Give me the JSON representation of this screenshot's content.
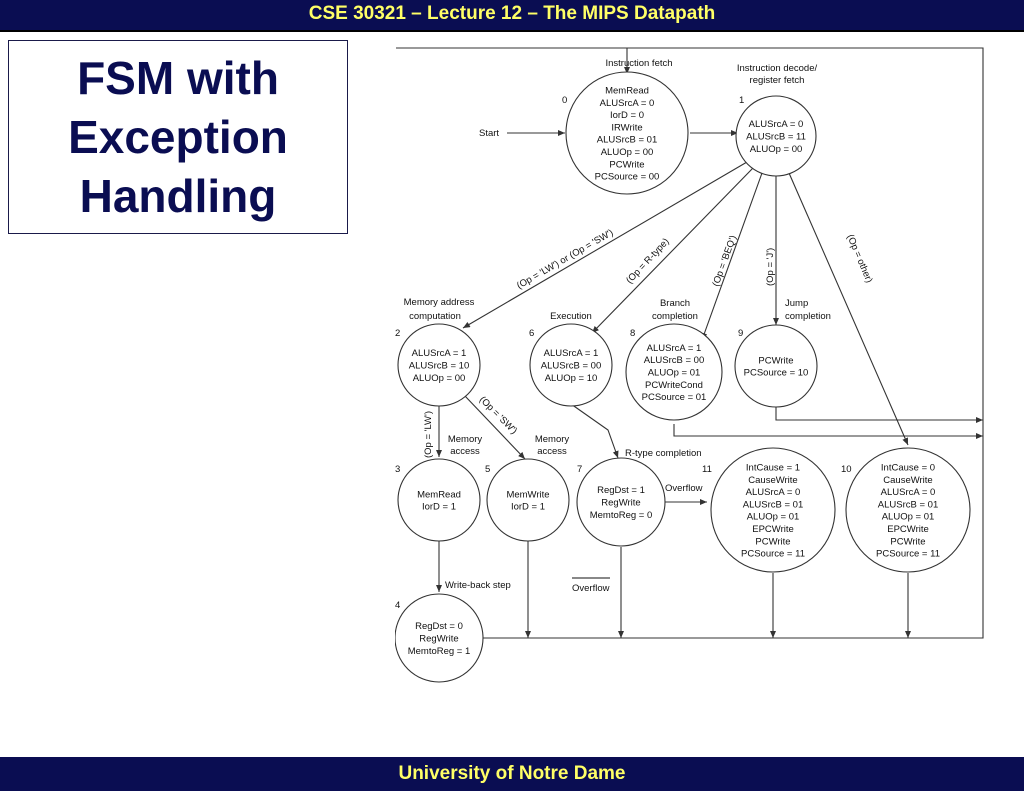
{
  "header": {
    "title": "CSE 30321 – Lecture 12 – The MIPS Datapath"
  },
  "footer": {
    "text": "University of Notre Dame"
  },
  "slide": {
    "title_lines": [
      "FSM with",
      "Exception",
      "Handling"
    ]
  },
  "diagram": {
    "states": [
      {
        "id": "0",
        "caption": [
          "Instruction fetch"
        ],
        "lines": [
          "MemRead",
          "ALUSrcA = 0",
          "IorD = 0",
          "IRWrite",
          "ALUSrcB = 01",
          "ALUOp = 00",
          "PCWrite",
          "PCSource = 00"
        ]
      },
      {
        "id": "1",
        "caption": [
          "Instruction decode/",
          "register fetch"
        ],
        "lines": [
          "ALUSrcA = 0",
          "ALUSrcB = 11",
          "ALUOp = 00"
        ]
      },
      {
        "id": "2",
        "caption": [
          "Memory address",
          "computation"
        ],
        "lines": [
          "ALUSrcA = 1",
          "ALUSrcB = 10",
          "ALUOp = 00"
        ]
      },
      {
        "id": "6",
        "caption": [
          "Execution"
        ],
        "lines": [
          "ALUSrcA = 1",
          "ALUSrcB = 00",
          "ALUOp = 10"
        ]
      },
      {
        "id": "8",
        "caption": [
          "Branch",
          "completion"
        ],
        "lines": [
          "ALUSrcA = 1",
          "ALUSrcB = 00",
          "ALUOp = 01",
          "PCWriteCond",
          "PCSource = 01"
        ]
      },
      {
        "id": "9",
        "caption": [
          "Jump",
          "completion"
        ],
        "lines": [
          "PCWrite",
          "PCSource = 10"
        ]
      },
      {
        "id": "3",
        "caption": [
          "Memory",
          "access"
        ],
        "lines": [
          "MemRead",
          "IorD = 1"
        ]
      },
      {
        "id": "5",
        "caption": [
          "Memory",
          "access"
        ],
        "lines": [
          "MemWrite",
          "IorD = 1"
        ]
      },
      {
        "id": "7",
        "caption": [
          "R-type completion"
        ],
        "lines": [
          "RegDst = 1",
          "RegWrite",
          "MemtoReg = 0"
        ]
      },
      {
        "id": "11",
        "caption": [],
        "lines": [
          "IntCause = 1",
          "CauseWrite",
          "ALUSrcA = 0",
          "ALUSrcB = 01",
          "ALUOp = 01",
          "EPCWrite",
          "PCWrite",
          "PCSource = 11"
        ]
      },
      {
        "id": "10",
        "caption": [],
        "lines": [
          "IntCause = 0",
          "CauseWrite",
          "ALUSrcA = 0",
          "ALUSrcB = 01",
          "ALUOp = 01",
          "EPCWrite",
          "PCWrite",
          "PCSource = 11"
        ]
      },
      {
        "id": "4",
        "caption": [
          "Write-back step"
        ],
        "lines": [
          "RegDst = 0",
          "RegWrite",
          "MemtoReg = 1"
        ]
      }
    ],
    "edge_labels": {
      "start": "Start",
      "lw_sw": "(Op = 'LW') or (Op = 'SW')",
      "rtype": "(Op = R-type)",
      "beq": "(Op = 'BEQ')",
      "j": "(Op = 'J')",
      "other": "(Op = other)",
      "lw": "(Op = 'LW')",
      "sw": "(Op = 'SW')",
      "overflow": "Overflow",
      "not_overflow": "Overflow"
    }
  }
}
